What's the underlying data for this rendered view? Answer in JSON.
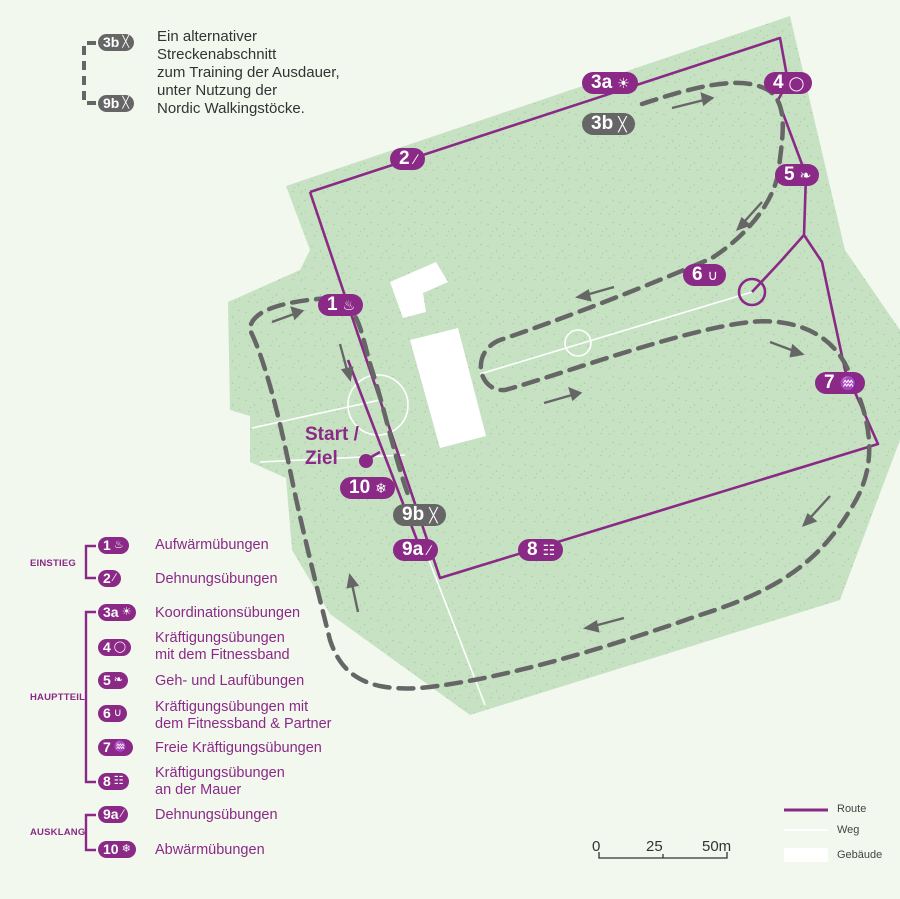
{
  "alt_note": {
    "from_badge": "3b",
    "to_badge": "9b",
    "icon": "nordic-poles-icon",
    "text": "Ein alternativer\nStreckenabschnitt\nzum Training der Ausdauer,\nunter Nutzung der\nNordic Walkingstöcke."
  },
  "start_label": "Start /\nZiel",
  "stations": [
    {
      "id": "1",
      "icon": "flame-icon",
      "glyph": "♨"
    },
    {
      "id": "2",
      "icon": "stretch-icon",
      "glyph": "∕"
    },
    {
      "id": "3a",
      "icon": "lightbulb-icon",
      "glyph": "☀"
    },
    {
      "id": "3b",
      "icon": "nordic-poles-icon",
      "glyph": "╳"
    },
    {
      "id": "4",
      "icon": "band-loop-icon",
      "glyph": "◯"
    },
    {
      "id": "5",
      "icon": "footprints-icon",
      "glyph": "❧"
    },
    {
      "id": "6",
      "icon": "band-partner-icon",
      "glyph": "∪"
    },
    {
      "id": "7",
      "icon": "biceps-icon",
      "glyph": "♒"
    },
    {
      "id": "8",
      "icon": "wall-bricks-icon",
      "glyph": "☷"
    },
    {
      "id": "9a",
      "icon": "stretch-icon",
      "glyph": "∕"
    },
    {
      "id": "9b",
      "icon": "nordic-poles-icon",
      "glyph": "╳"
    },
    {
      "id": "10",
      "icon": "snowflake-icon",
      "glyph": "❄"
    }
  ],
  "legend": {
    "sections": [
      {
        "name": "EINSTIEG",
        "items": [
          {
            "id": "1",
            "label": "Aufwärmübungen"
          },
          {
            "id": "2",
            "label": "Dehnungsübungen"
          }
        ]
      },
      {
        "name": "HAUPTTEIL",
        "items": [
          {
            "id": "3a",
            "label": "Koordinationsübungen"
          },
          {
            "id": "4",
            "label": "Kräftigungsübungen\nmit dem Fitnessband"
          },
          {
            "id": "5",
            "label": "Geh- und Laufübungen"
          },
          {
            "id": "6",
            "label": "Kräftigungsübungen mit\ndem Fitnessband & Partner"
          },
          {
            "id": "7",
            "label": "Freie Kräftigungsübungen"
          },
          {
            "id": "8",
            "label": "Kräftigungsübungen\nan der Mauer"
          }
        ]
      },
      {
        "name": "AUSKLANG",
        "items": [
          {
            "id": "9a",
            "label": "Dehnungsübungen"
          },
          {
            "id": "10",
            "label": "Abwärmübungen"
          }
        ]
      }
    ]
  },
  "map_key": {
    "route": "Route",
    "path": "Weg",
    "building": "Gebäude"
  },
  "scale": {
    "ticks": [
      "0",
      "25",
      "50m"
    ]
  },
  "colors": {
    "route": "#8a2a86",
    "alt_badge": "#666666",
    "park": "#c6e2c3",
    "background": "#f3f8ef",
    "dash": "#666666"
  }
}
